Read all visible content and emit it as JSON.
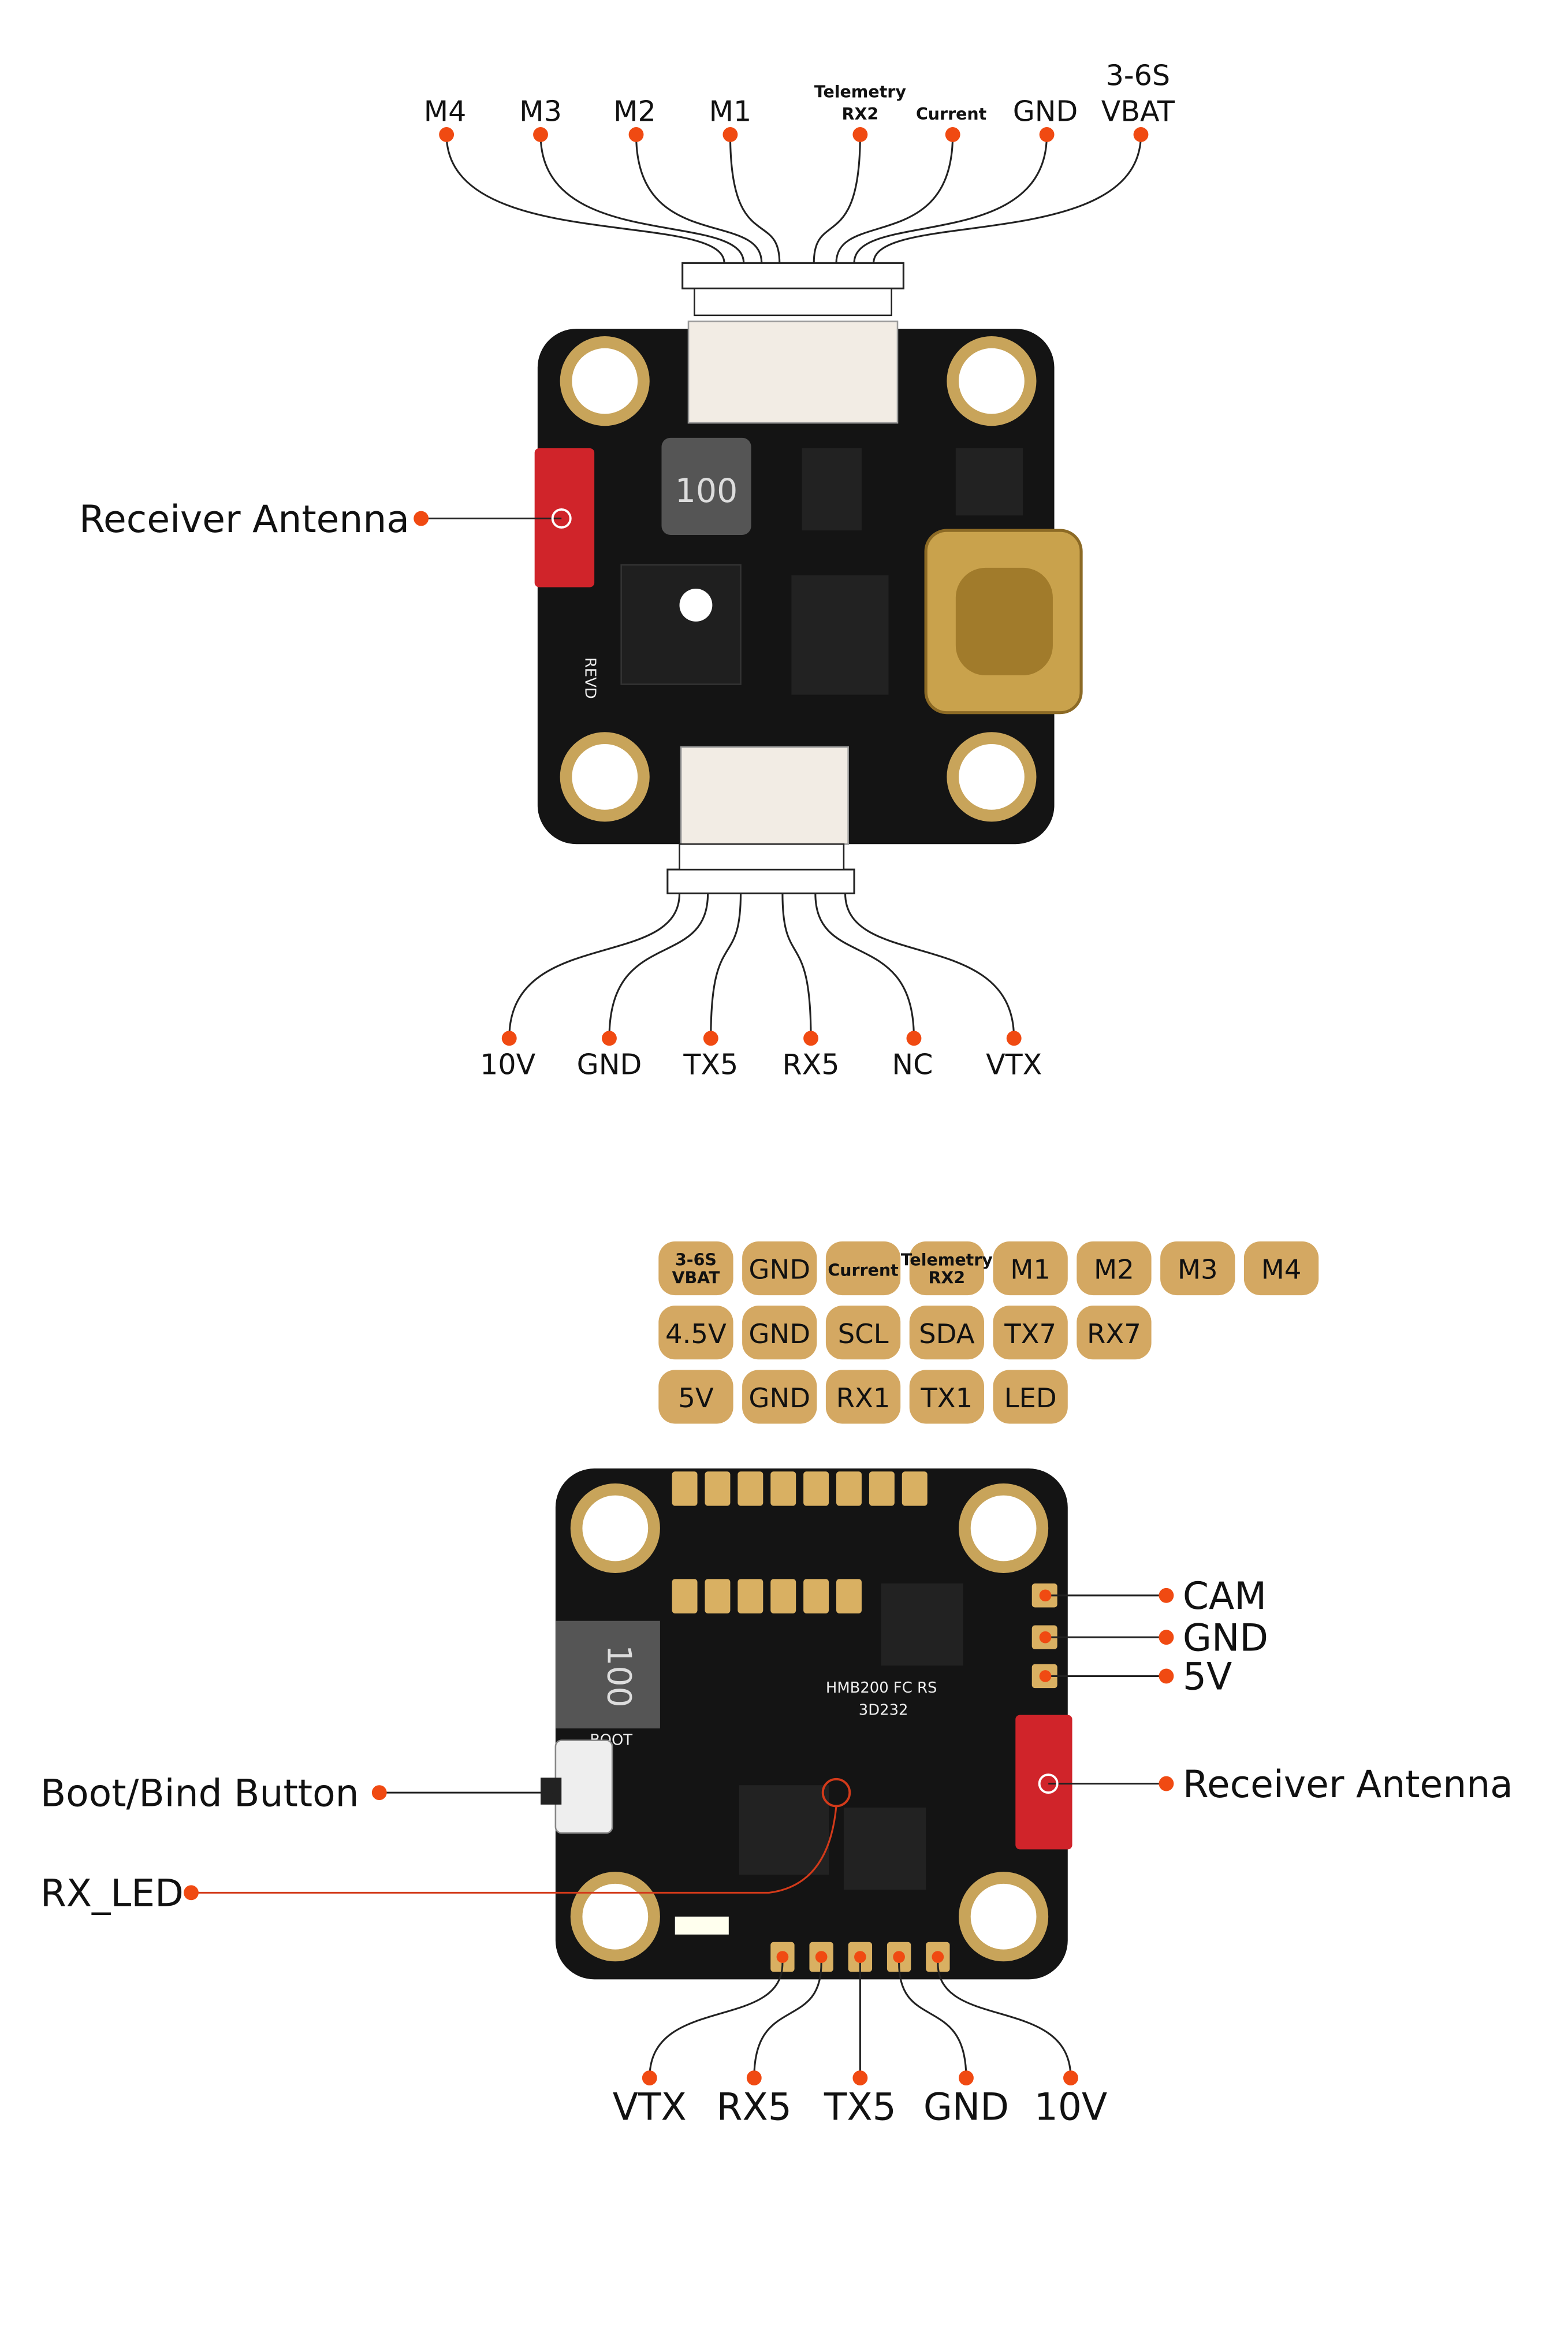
{
  "colors": {
    "dot": "#f04a12",
    "pad": "#d4a862",
    "pcb": "#141414",
    "gold": "#c8a45a",
    "antenna": "#d0242a"
  },
  "top_view": {
    "top_connector_labels": [
      {
        "text": "M4"
      },
      {
        "text": "M3"
      },
      {
        "text": "M2"
      },
      {
        "text": "M1"
      },
      {
        "line1": "Telemetry",
        "line2": "RX2"
      },
      {
        "text": "Current"
      },
      {
        "text": "GND"
      },
      {
        "line1": "3-6S",
        "line2": "VBAT"
      }
    ],
    "bottom_connector_labels": [
      "10V",
      "GND",
      "TX5",
      "RX5",
      "NC",
      "VTX"
    ],
    "side_labels": {
      "antenna": "Receiver Antenna"
    },
    "board_marks": {
      "inductor": "100",
      "rev": "REVD"
    }
  },
  "pad_legend": {
    "rows": [
      [
        {
          "line1": "3-6S",
          "line2": "VBAT"
        },
        {
          "text": "GND"
        },
        {
          "text": "Current"
        },
        {
          "line1": "Telemetry",
          "line2": "RX2"
        },
        {
          "text": "M1"
        },
        {
          "text": "M2"
        },
        {
          "text": "M3"
        },
        {
          "text": "M4"
        }
      ],
      [
        {
          "text": "4.5V"
        },
        {
          "text": "GND"
        },
        {
          "text": "SCL"
        },
        {
          "text": "SDA"
        },
        {
          "text": "TX7"
        },
        {
          "text": "RX7"
        }
      ],
      [
        {
          "text": "5V"
        },
        {
          "text": "GND"
        },
        {
          "text": "RX1"
        },
        {
          "text": "TX1"
        },
        {
          "text": "LED"
        }
      ]
    ]
  },
  "bottom_view": {
    "right_labels": [
      "CAM",
      "GND",
      "5V",
      "Receiver Antenna"
    ],
    "left_labels": [
      "Boot/Bind Button",
      "RX_LED"
    ],
    "bottom_labels": [
      "VTX",
      "RX5",
      "TX5",
      "GND",
      "10V"
    ],
    "board_marks": {
      "inductor": "100",
      "model": "HMB200 FC RS",
      "code": "3D232",
      "boot": "BOOT"
    }
  }
}
